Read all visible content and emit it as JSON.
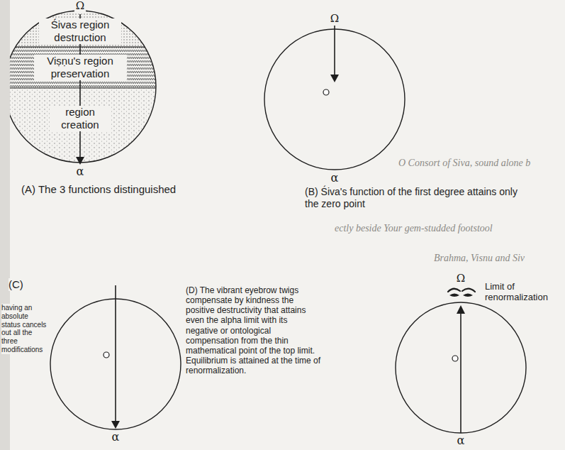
{
  "diagram": {
    "nodes": [
      {
        "text": [
          "(A) The 3 functions distinguished"
        ]
      },
      {
        "text": [
          "Śivas region destruction"
        ],
        "in": 0
      },
      {
        "text": [
          "Viṣṇu's region preservation"
        ],
        "in": 0
      },
      {
        "text": [
          "region creation"
        ],
        "in": 0
      },
      {
        "text": [
          "(B) Śiva's function of the first degree attains only the zero point"
        ]
      },
      {
        "text": [
          "(C)",
          "having an absolute status cancels out all the three modifications"
        ]
      },
      {
        "text": [
          "(D) The vibrant eyebrow twigs compensate by kindness the positive destructivity that attains even the alpha limit with its negative or ontological compensation from the thin mathematical point of the top limit. Equilibrium is attained at the time of renormalization.",
          "Limit of renormalization"
        ]
      }
    ],
    "labels": [
      "Ω",
      "α",
      "Ω",
      "α",
      "α",
      "Ω",
      "α",
      "O Consort of Siva, sound alone b",
      "ectly beside Your gem-studded footstool",
      "Brahma, Visnu and Siv"
    ]
  }
}
